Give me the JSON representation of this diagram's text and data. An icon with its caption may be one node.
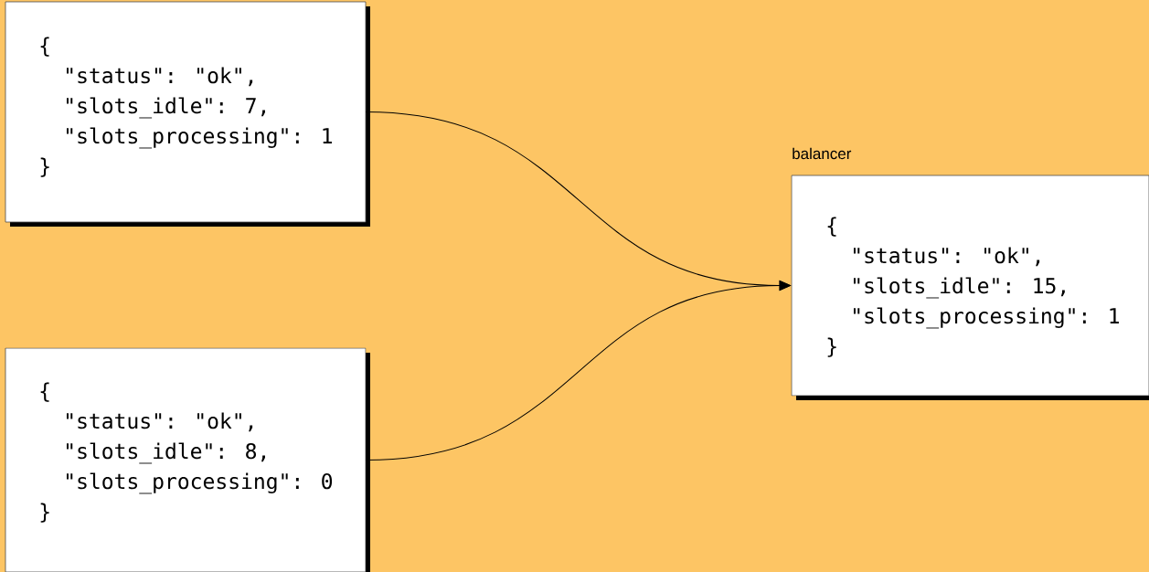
{
  "diagram": {
    "nodes": [
      {
        "text": [
          "{",
          "\"status\": \"ok\",",
          "\"slots_idle\": 7,",
          "\"slots_processing\": 1",
          "}"
        ]
      },
      {
        "text": [
          "{",
          "\"status\": \"ok\",",
          "\"slots_idle\": 8,",
          "\"slots_processing\": 0",
          "}"
        ]
      },
      {
        "text": [
          "balancer",
          "{",
          "\"status\": \"ok\",",
          "\"slots_idle\": 15,",
          "\"slots_processing\": 1",
          "}"
        ]
      }
    ],
    "edges": [
      {
        "from": 0,
        "to": 2,
        "arrow": "to"
      },
      {
        "from": 1,
        "to": 2,
        "arrow": "to"
      }
    ]
  }
}
